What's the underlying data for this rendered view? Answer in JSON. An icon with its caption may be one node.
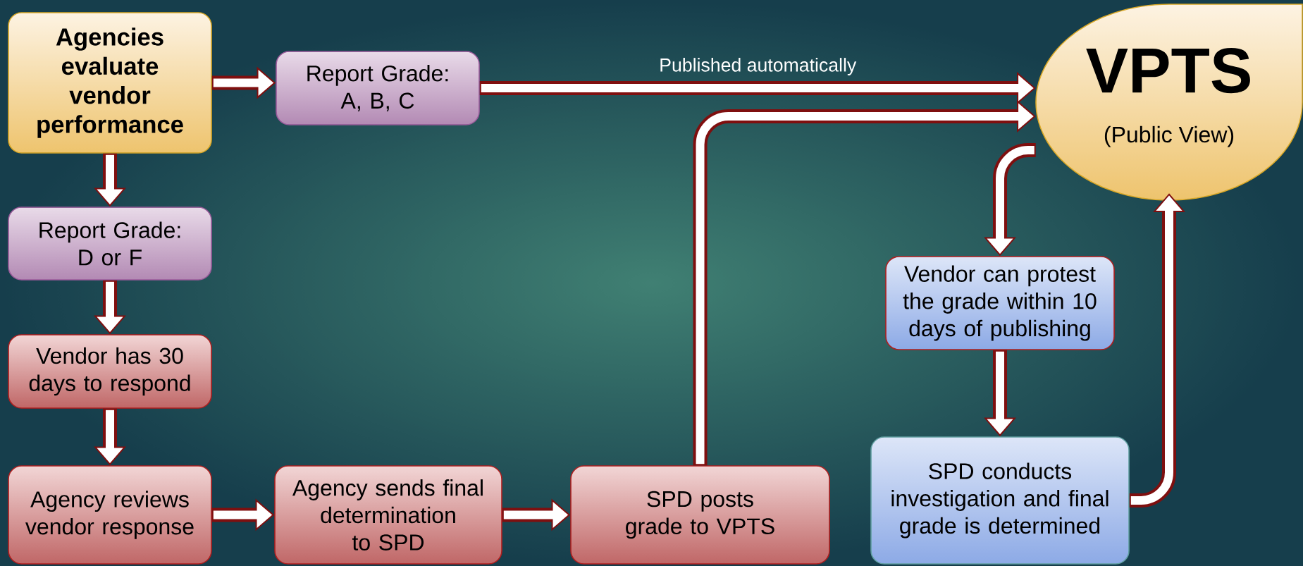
{
  "diagram": {
    "nodes": [
      {
        "text": [
          "Agencies evaluate vendor performance"
        ]
      },
      {
        "text": [
          "Report Grade: A, B, C"
        ]
      },
      {
        "text": [
          "Report Grade: D or F"
        ]
      },
      {
        "text": [
          "Vendor has 30 days to respond"
        ]
      },
      {
        "text": [
          "Agency reviews vendor response"
        ]
      },
      {
        "text": [
          "Agency sends final determination to SPD"
        ]
      },
      {
        "text": [
          "SPD posts grade to VPTS"
        ]
      },
      {
        "text": [
          "VPTS",
          "(Public View)"
        ]
      },
      {
        "text": [
          "Vendor can protest the grade within 10 days of publishing"
        ]
      },
      {
        "text": [
          "SPD conducts investigation and final grade is determined"
        ]
      }
    ],
    "edges": [
      {
        "from": 0,
        "to": 1,
        "arrow": "to"
      },
      {
        "from": 1,
        "to": 7,
        "arrow": "to",
        "label": "Published automatically"
      },
      {
        "from": 0,
        "to": 2,
        "arrow": "to"
      },
      {
        "from": 2,
        "to": 3,
        "arrow": "to"
      },
      {
        "from": 3,
        "to": 4,
        "arrow": "to"
      },
      {
        "from": 4,
        "to": 5,
        "arrow": "to"
      },
      {
        "from": 5,
        "to": 6,
        "arrow": "to"
      },
      {
        "from": 6,
        "to": 7,
        "arrow": "to"
      },
      {
        "from": 7,
        "to": 8,
        "arrow": "to"
      },
      {
        "from": 8,
        "to": 9,
        "arrow": "to"
      },
      {
        "from": 9,
        "to": 7,
        "arrow": "to"
      }
    ]
  }
}
